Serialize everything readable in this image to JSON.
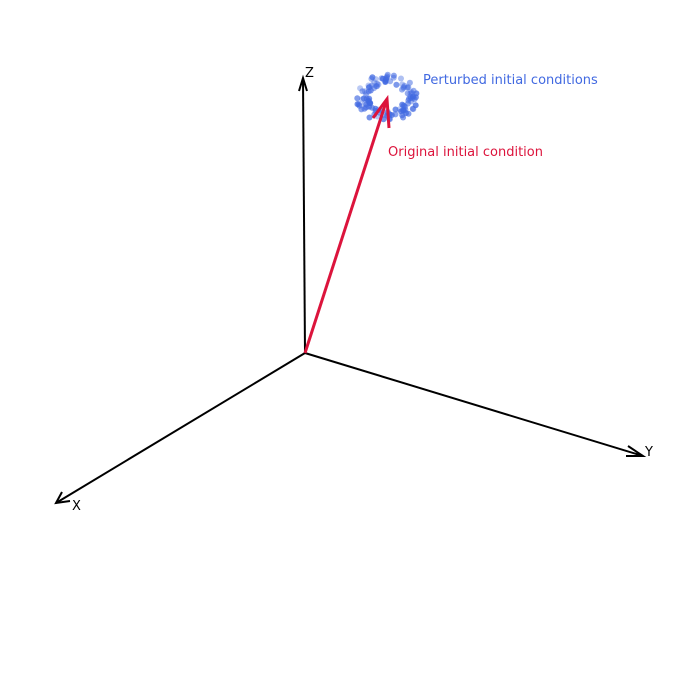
{
  "axes": {
    "x_label": "X",
    "y_label": "Y",
    "z_label": "Z",
    "color": "#000000"
  },
  "labels": {
    "perturbed": "Perturbed initial conditions",
    "original": "Original initial condition"
  },
  "colors": {
    "perturbed": "#4169e1",
    "original": "#dc143c"
  },
  "perturbed_count": 120
}
